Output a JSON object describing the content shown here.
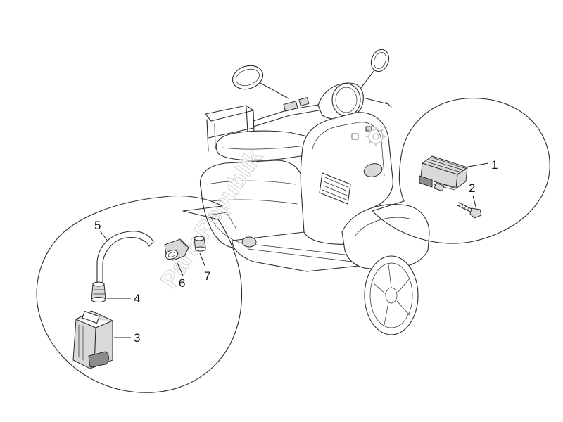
{
  "watermark": {
    "text": "PartsRepublik"
  },
  "callouts": [
    {
      "id": "1",
      "label": "1"
    },
    {
      "id": "2",
      "label": "2"
    },
    {
      "id": "3",
      "label": "3"
    },
    {
      "id": "4",
      "label": "4"
    },
    {
      "id": "5",
      "label": "5"
    },
    {
      "id": "6",
      "label": "6"
    },
    {
      "id": "7",
      "label": "7"
    }
  ]
}
